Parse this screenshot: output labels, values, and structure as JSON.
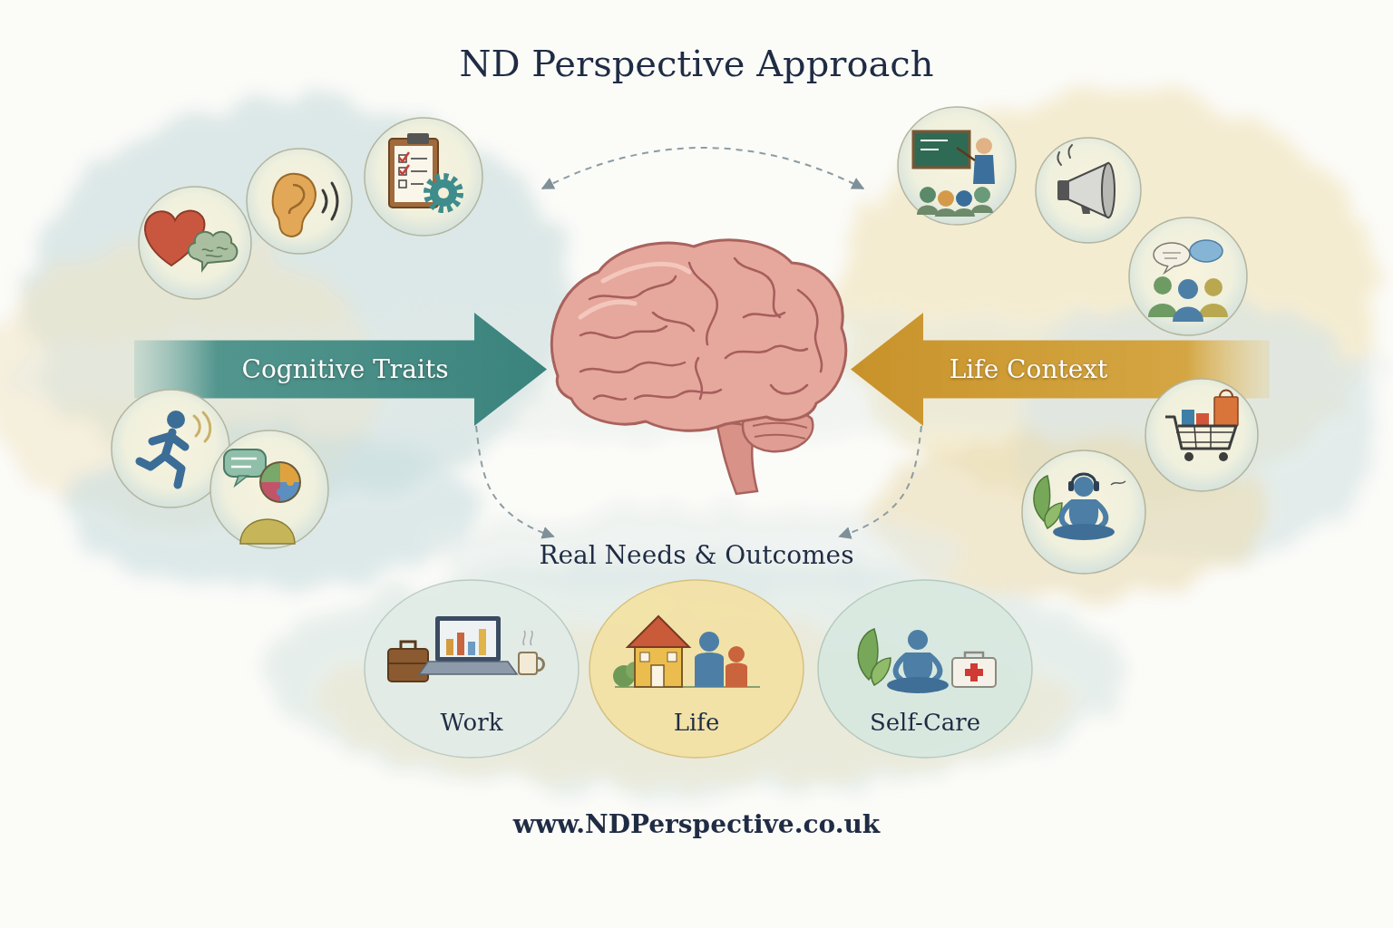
{
  "diagram": {
    "title": "ND Perspective Approach",
    "caption": "www.NDPerspective.co.uk",
    "nodes": [
      {
        "text": [
          "Cognitive Traits"
        ]
      },
      {
        "text": [
          "Life Context"
        ]
      },
      {
        "text": [
          "Real Needs & Outcomes"
        ]
      },
      {
        "text": [
          "Work"
        ]
      },
      {
        "text": [
          "Life"
        ]
      },
      {
        "text": [
          "Self-Care"
        ]
      }
    ],
    "edges": [
      {
        "from": 0,
        "to": 2,
        "arrow": "to"
      },
      {
        "from": 1,
        "to": 2,
        "arrow": "to"
      }
    ]
  }
}
